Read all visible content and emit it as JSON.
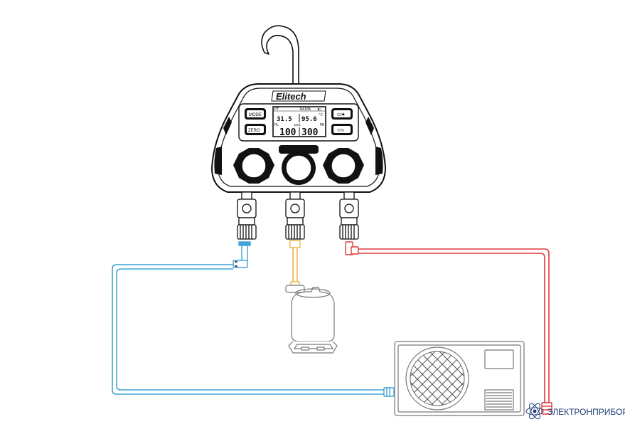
{
  "device": {
    "brand": "Elitech",
    "buttons": {
      "mode": "MODE",
      "zero": "ZERO",
      "power": "⏻/☀",
      "tab": "▽/≡"
    },
    "screen": {
      "top_left_label": "PT",
      "refrigerant": "R410A",
      "battery": "▮▯",
      "left_temp": "31.5",
      "right_temp": "95.6",
      "unit_top": "°C",
      "label_pl": "PL",
      "label_psi": "psi",
      "label_ph": "PH",
      "low_pressure": "100",
      "high_pressure": "300"
    }
  },
  "components": {
    "low_hose_color": "#3fa4d6",
    "high_hose_color": "#e0393b",
    "charge_hose_color": "#e8b84a",
    "line_color": "#111111",
    "cylinder": "refrigerant-cylinder-icon",
    "outdoor_unit": "ac-outdoor-unit-icon"
  },
  "watermark": {
    "text": "ЭЛЕКТРОНПРИБОР",
    "color": "#1f3d78"
  }
}
